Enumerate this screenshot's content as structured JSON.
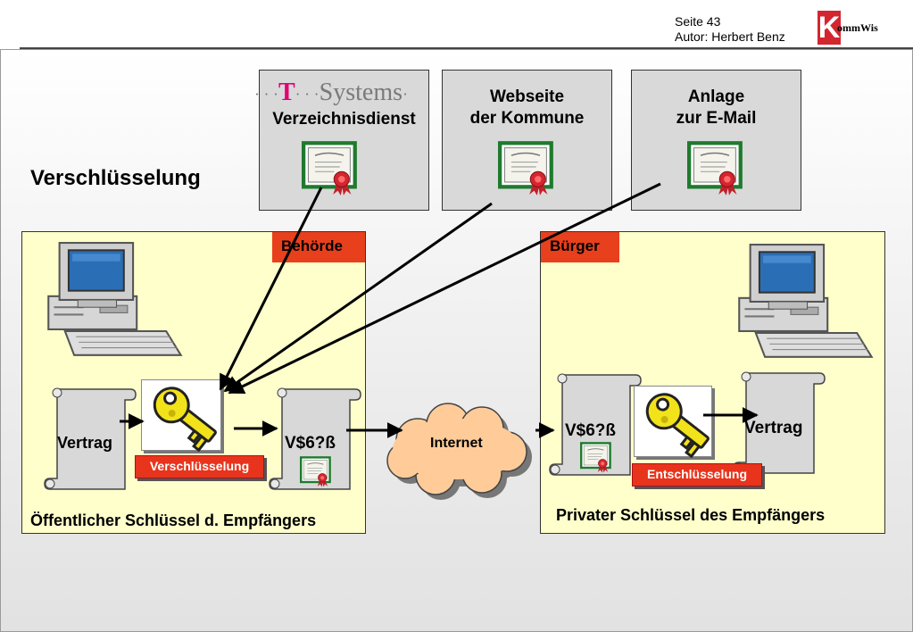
{
  "header": {
    "page": "Seite 43",
    "author": "Autor: Herbert Benz",
    "logo_letter": "K",
    "logo_text": "ommWis"
  },
  "title": "Verschlüsselung",
  "sources": [
    {
      "brand_dots_left": "· · ·",
      "brand_t": "T",
      "brand_dots_mid": "· · ·",
      "brand_name": "Systems",
      "brand_dot_right": "·",
      "label": "Verzeichnisdienst"
    },
    {
      "line1": "Webseite",
      "line2": "der Kommune"
    },
    {
      "line1": "Anlage",
      "line2": "zur E-Mail"
    }
  ],
  "sender": {
    "tag": "Behörde",
    "doc_label": "Vertrag",
    "button": "Verschlüsselung",
    "cipher_label": "V$6?ß",
    "footer": "Öffentlicher Schlüssel d. Empfängers"
  },
  "network": {
    "label": "Internet"
  },
  "receiver": {
    "tag": "Bürger",
    "cipher_label": "V$6?ß",
    "button": "Entschlüsselung",
    "doc_label": "Vertrag",
    "footer": "Privater Schlüssel des Empfängers"
  },
  "colors": {
    "panel": "#ffffcc",
    "tag": "#e8401c",
    "button": "#e8341c",
    "source_box": "#d9d9d9",
    "brand_magenta": "#e20074"
  },
  "icons": [
    "computer-icon",
    "key-icon",
    "certificate-icon",
    "scroll-document-icon",
    "cloud-icon",
    "logo-icon"
  ]
}
